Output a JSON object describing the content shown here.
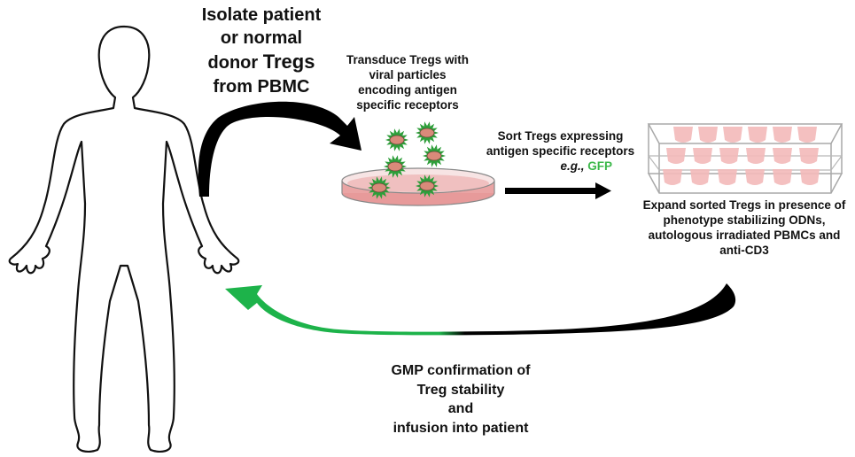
{
  "steps": {
    "isolate": {
      "line1": "Isolate patient",
      "line2": "or normal",
      "line3a": "donor ",
      "line3b": "Tregs",
      "line4": "from PBMC"
    },
    "transduce": {
      "line1": "Transduce Tregs with",
      "line2": "viral particles",
      "line3": "encoding antigen",
      "line4": "specific receptors"
    },
    "sort": {
      "line1": "Sort Tregs expressing",
      "line2": "antigen specific receptors",
      "line3a": "e.g., ",
      "line3b": "GFP"
    },
    "expand": {
      "line1": "Expand sorted Tregs in presence of",
      "line2": "phenotype stabilizing  ODNs,",
      "line3": "autologous irradiated PBMCs and",
      "line4": "anti-CD3"
    },
    "confirm": {
      "line1": "GMP confirmation of",
      "line2": "Treg stability",
      "line3": "and",
      "line4": "infusion into patient"
    }
  },
  "colors": {
    "arrow_black": "#000000",
    "arrow_green": "#1db34a",
    "gfp_text": "#3cb84a",
    "dish_fill": "#e79a9a",
    "cell_green": "#2e9e3a",
    "cell_core": "#d98a7a",
    "well_fill": "#f3b9b9",
    "rack_stroke": "#a8a8a8"
  },
  "icons": [
    "human-body-outline-icon",
    "petri-dish-icon",
    "treg-cell-icon",
    "culture-plate-rack-icon"
  ]
}
